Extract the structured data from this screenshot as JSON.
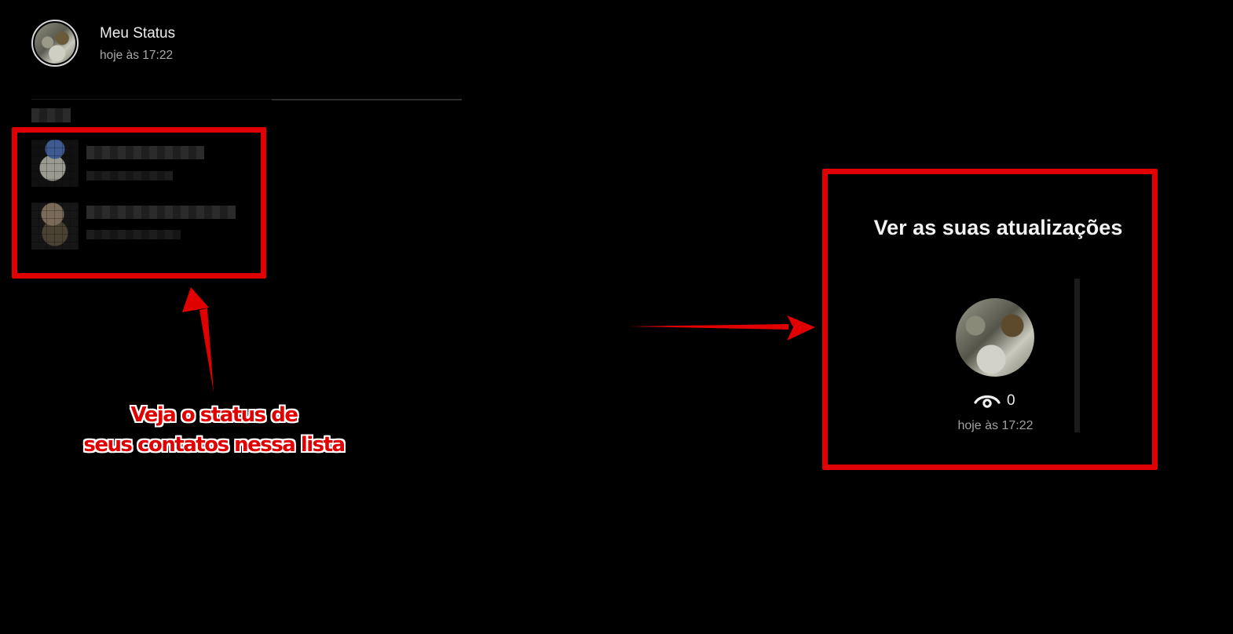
{
  "my_status": {
    "title": "Meu Status",
    "time": "hoje às 17:22"
  },
  "contacts_list": {
    "count_visible": 2
  },
  "annotation": {
    "caption_line1": "Veja o status de",
    "caption_line2": "seus contatos nessa lista",
    "color": "#e00000"
  },
  "updates_panel": {
    "title": "Ver as suas atualizações",
    "view_count": "0",
    "time": "hoje às 17:22"
  },
  "colors": {
    "background": "#000000",
    "annotation_red": "#e00000",
    "primary_text": "#ececec",
    "secondary_text": "#a8a8a8"
  },
  "icons": {
    "views": "eye-icon",
    "annotation_arrow_up": "arrow-up-icon",
    "annotation_arrow_right": "arrow-right-icon"
  }
}
